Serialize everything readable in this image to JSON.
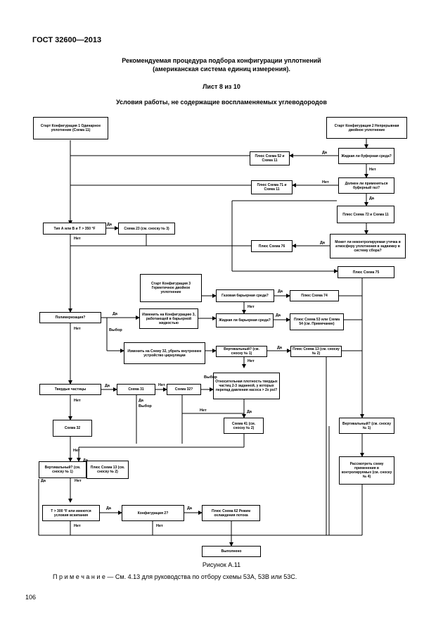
{
  "header": "ГОСТ 32600—2013",
  "title_line1": "Рекомендуемая процедура подбора конфигурации уплотнений",
  "title_line2": "(американская система единиц измерения).",
  "sheet": "Лист 8 из 10",
  "subtitle": "Условия работы, не содержащие воспламеняемых углеводородов",
  "boxes": {
    "start1": "Старт Конфигурация 1 Одинарное уплотнение (Схема 11)",
    "start2": "Старт Конфигурация 2 Непрерывная двойное уплотнение",
    "bufreq": "Жидкая ли буферная среда?",
    "plus52": "Плюс Схема 52 и Схема 11",
    "atmbuf": "Должен ли применяться буферный газ?",
    "plus71": "Плюс Схема 71 и Схема 11",
    "plus72": "Плюс Схема 72 и Схема 11",
    "leak": "Может ли неконтролируемая утечка в атмосферу уплотнения в задвижку в систему сбора?",
    "plus76": "Плюс Схема 76",
    "plus75": "Плюс Схема 75",
    "temp": "Тип А или В и Т > 350 °F",
    "scheme23": "Схема 23 (см. сноску № 3)",
    "start3": "Старт Конфигурация 3 Герметичное двойное уплотнение",
    "gasbar": "Газовая барьерная среда?",
    "plus74": "Плюс Схема 74",
    "polymer": "Полимеризация?",
    "change3": "Изменить на Конфигурацию 3, работающей в барьерной жидкостью",
    "liqbar": "Жидкая ли барьерная среда?",
    "plus53": "Плюс Схема 53 или Схема 54 (см. Примечание)",
    "change32": "Изменить на Схему 32, убрать внутреннее устройство циркуляции",
    "vert1": "Вертикальный? (см. сноску № 1)",
    "plus13a": "Плюс Схема 13 (см. сноску № 2)",
    "solids": "Твердые частицы",
    "s31": "Схема 31",
    "s32": "Схема 32?",
    "dense": "Относительная плотность твердых частиц 2-3 заданной, у которых перепад давления насоса > 2х psi?",
    "s41": "Схема 41 (см. сноску № 2)",
    "s32b": "Схема 32",
    "vert2": "Вертикальный? (см. сноску № 1)",
    "plus13b": "Плюс Схема 13 (см. сноску № 2)",
    "vert3": "Вертикальный? (см. сноску № 1)",
    "review": "Рассмотреть схему применения в контролируемых (см. сноску № 4)",
    "t300": "Т > 300 °F или имеются условия вскипания",
    "conf2": "Конфигурация 2?",
    "plus62": "Плюс Схема 62 Режим охлаждения потока",
    "done": "Выполнено"
  },
  "labels": {
    "yes": "Да",
    "no": "Нет",
    "choice": "Выбор"
  },
  "caption": "Рисунок А.11",
  "note": "П р и м е ч а н и е — См. 4.13 для руководства по отбору схемы 53А, 53В или 53С.",
  "page_number": "106"
}
